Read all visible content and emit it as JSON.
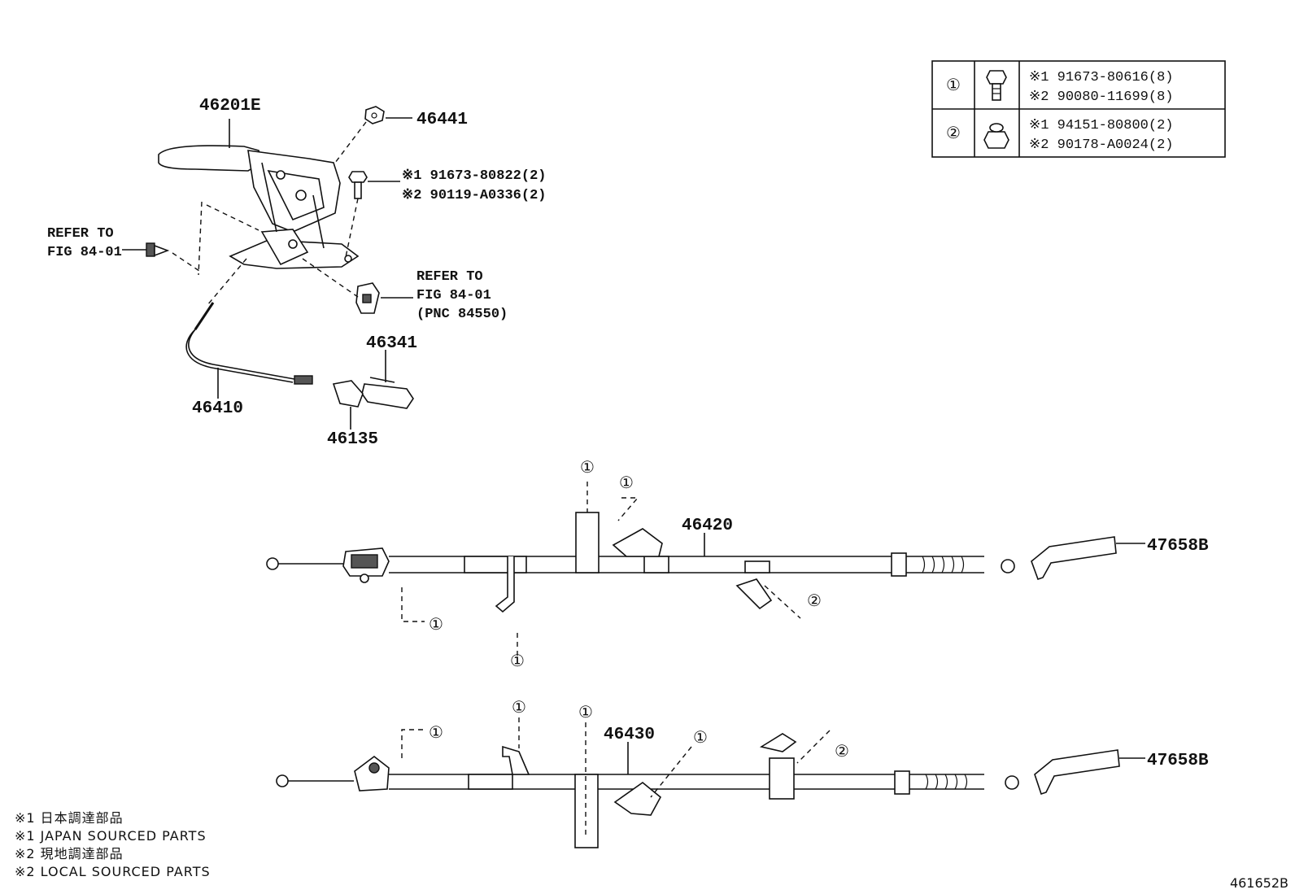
{
  "callouts": {
    "lever": "46201E",
    "nut_top": "46441",
    "bolt_alt1": "※1 91673-80822(2)",
    "bolt_alt2": "※2 90119-A0336(2)",
    "refer_left_1": "REFER TO",
    "refer_left_2": "FIG 84-01",
    "refer_right_1": "REFER TO",
    "refer_right_2": "FIG 84-01",
    "refer_right_3": "(PNC 84550)",
    "cable_front": "46410",
    "clip_a": "46341",
    "clip_b": "46135",
    "cable_rh": "46420",
    "cable_lh": "46430",
    "cover_upper": "47658B",
    "cover_lower": "47658B"
  },
  "fastener_table": {
    "rows": [
      {
        "key": "①",
        "icon": "bolt-icon",
        "line1": "※1 91673-80616(8)",
        "line2": "※2 90080-11699(8)"
      },
      {
        "key": "②",
        "icon": "nut-icon",
        "line1": "※1 94151-80800(2)",
        "line2": "※2 90178-A0024(2)"
      }
    ]
  },
  "markers": {
    "one": "①",
    "two": "②"
  },
  "notes": {
    "n1": "※1 日本調達部品",
    "n2": "※1 JAPAN SOURCED PARTS",
    "n3": "※2 現地調達部品",
    "n4": "※2 LOCAL SOURCED PARTS"
  },
  "figure_id": "461652B"
}
